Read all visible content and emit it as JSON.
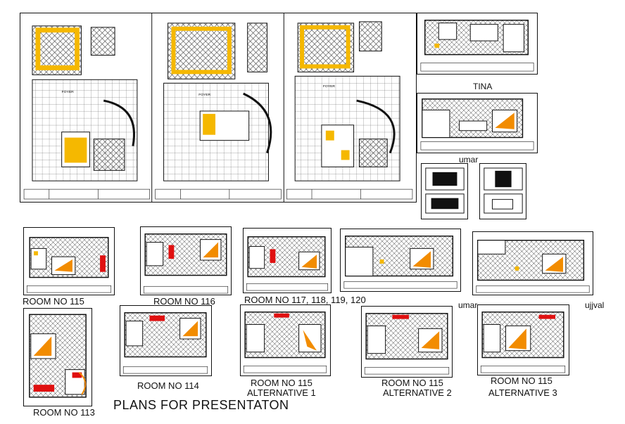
{
  "title": "PLANS FOR PRESENTATON",
  "labels": {
    "tina": "TINA",
    "umar_top": "umar",
    "umar_mid": "umar",
    "ujjval": "ujjval",
    "room_115": "ROOM NO 115",
    "room_116": "ROOM NO 116",
    "room_117_120": "ROOM NO 117, 118, 119, 120",
    "room_114": "ROOM NO 114",
    "room_113": "ROOM NO 113",
    "room_115_alt1_line1": "ROOM NO 115",
    "room_115_alt1_line2": "ALTERNATIVE 1",
    "room_115_alt2_line1": "ROOM NO 115",
    "room_115_alt2_line2": "ALTERNATIVE 2",
    "room_115_alt3_line1": "ROOM NO 115",
    "room_115_alt3_line2": "ALTERNATIVE 3"
  },
  "floor_plan_text": {
    "foyer": "FOYER"
  },
  "colors": {
    "line": "#111111",
    "furniture_yellow": "#f5b800",
    "bed_orange": "#f28c00",
    "accent_red": "#e01010"
  }
}
